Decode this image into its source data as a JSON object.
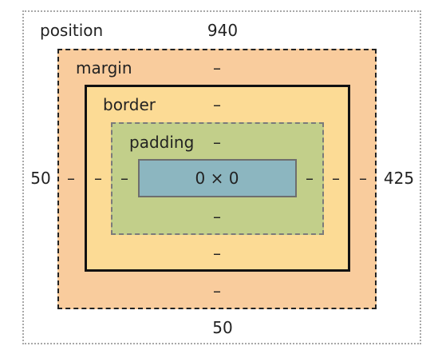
{
  "colors": {
    "margin": "#f9cc9d",
    "border": "#fcdb95",
    "padding": "#c2cf8a",
    "content": "#8cb6c0"
  },
  "position": {
    "label": "position",
    "top": "940",
    "left": "50",
    "right": "425",
    "bottom": "50"
  },
  "margin": {
    "label": "margin",
    "top": "–",
    "left": "–",
    "right": "–",
    "bottom": "–"
  },
  "border": {
    "label": "border",
    "top": "–",
    "left": "–",
    "right": "–",
    "bottom": "–"
  },
  "padding": {
    "label": "padding",
    "top": "–",
    "left": "–",
    "right": "–",
    "bottom": "–"
  },
  "content": {
    "size": "0 × 0"
  }
}
